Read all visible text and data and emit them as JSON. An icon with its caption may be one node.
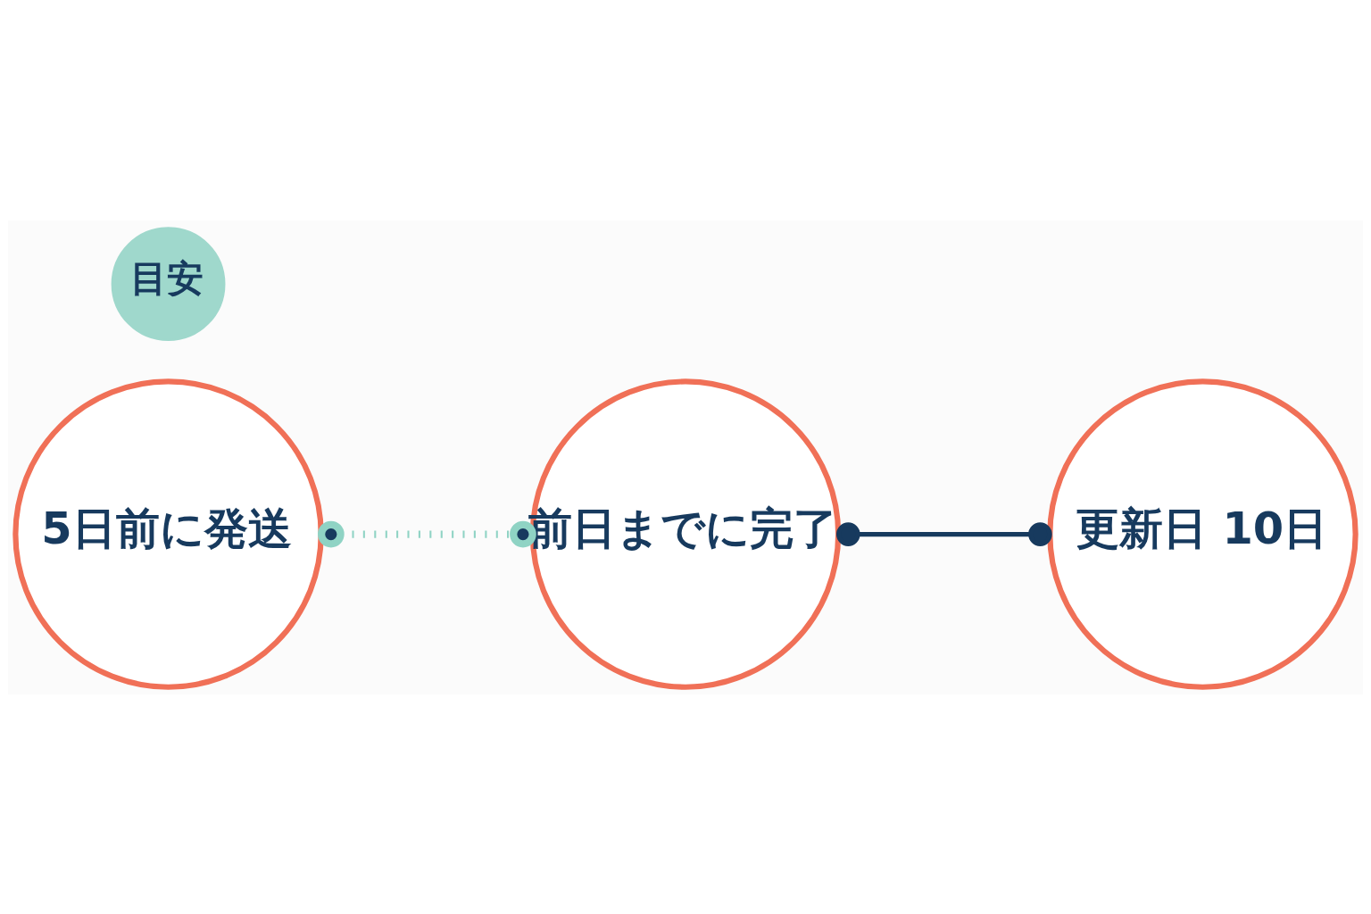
{
  "diagram": {
    "nodes": [
      {
        "text": [
          "目安"
        ]
      },
      {
        "text": [
          "5日前に発送"
        ]
      },
      {
        "text": [
          "前日までに完了"
        ]
      },
      {
        "text": [
          "更新日 10日"
        ]
      }
    ],
    "edges": [
      {
        "from": 1,
        "to": 2,
        "arrow": "other",
        "style": "dashed",
        "color": "#8fd3c4"
      },
      {
        "from": 2,
        "to": 3,
        "arrow": "other",
        "color": "#173a5e"
      }
    ]
  }
}
